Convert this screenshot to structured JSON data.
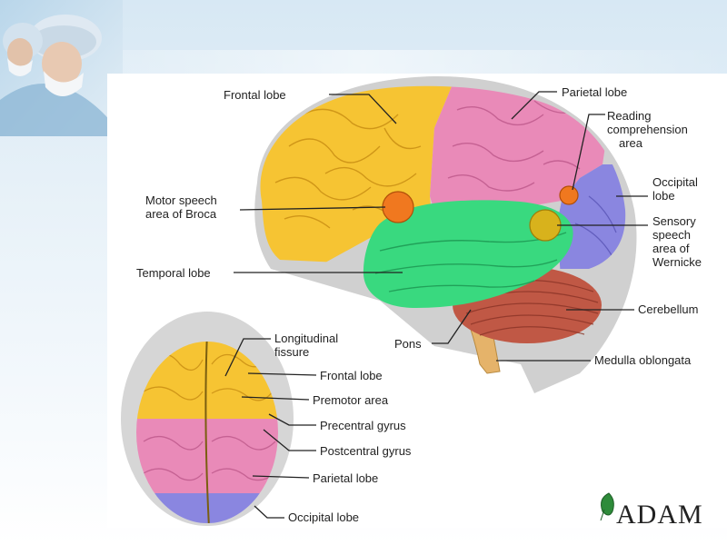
{
  "brand": {
    "logo_text": "ADAM",
    "colors": {
      "frontal": "#f6c433",
      "parietal": "#e98ab8",
      "temporal": "#39d97f",
      "occipital": "#8a86e0",
      "cerebellum": "#c05845",
      "broca": "#f0781f",
      "wernicke": "#d8b21c",
      "brainstem": "#e5b36a"
    }
  },
  "lateral_view": {
    "labels": {
      "frontal_lobe": "Frontal lobe",
      "parietal_lobe": "Parietal lobe",
      "reading_1": "Reading",
      "reading_2": "comprehension",
      "reading_3": "area",
      "occipital_1": "Occipital",
      "occipital_2": "lobe",
      "broca_1": "Motor speech",
      "broca_2": "area of Broca",
      "sensory_1": "Sensory",
      "sensory_2": "speech",
      "sensory_3": "area of",
      "sensory_4": "Wernicke",
      "temporal_lobe": "Temporal lobe",
      "cerebellum": "Cerebellum",
      "pons": "Pons",
      "medulla": "Medulla oblongata"
    }
  },
  "top_view": {
    "labels": {
      "longitudinal_1": "Longitudinal",
      "longitudinal_2": "fissure",
      "frontal_lobe": "Frontal lobe",
      "premotor_area": "Premotor area",
      "precentral_gyrus": "Precentral gyrus",
      "postcentral_gyrus": "Postcentral gyrus",
      "parietal_lobe": "Parietal lobe",
      "occipital_lobe": "Occipital lobe"
    }
  }
}
